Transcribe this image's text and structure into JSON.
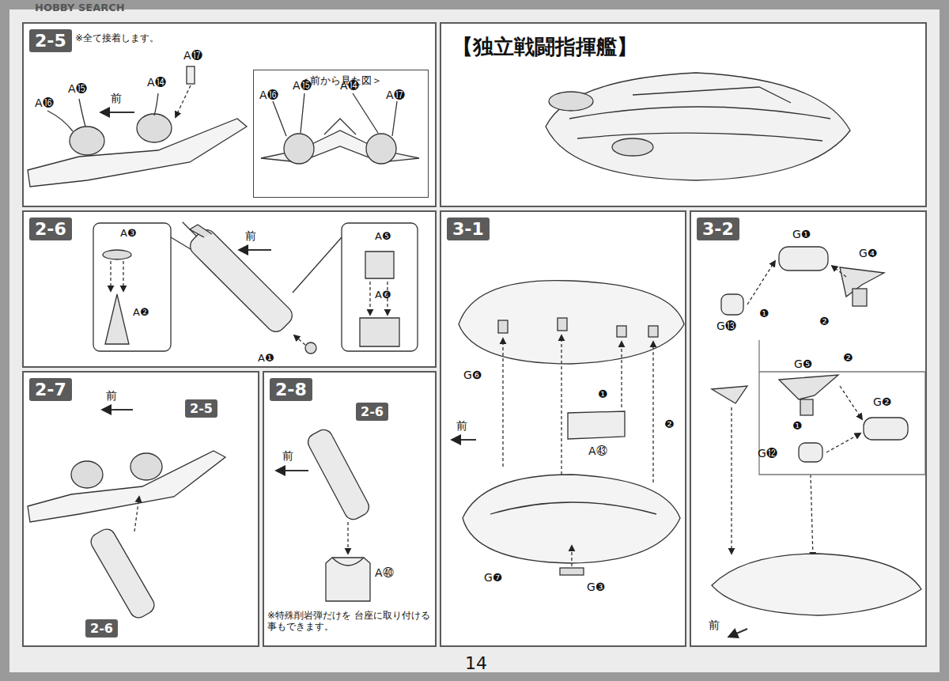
{
  "diagram": {
    "nodes": [
      {
        "text": [
          "2-5"
        ]
      },
      {
        "text": [
          "＜前から見た図＞"
        ],
        "in": 0
      },
      {
        "text": [
          "【独立戦闘指揮艦】"
        ]
      },
      {
        "text": [
          "2-6"
        ]
      },
      {
        "text": [
          "3-1"
        ]
      },
      {
        "text": [
          "3-2"
        ]
      },
      {
        "text": [
          "2-7"
        ]
      },
      {
        "text": [
          "2-5"
        ],
        "in": 6
      },
      {
        "text": [
          "2-6"
        ],
        "in": 6
      },
      {
        "text": [
          "2-8"
        ]
      },
      {
        "text": [
          "2-6"
        ],
        "in": 9
      }
    ],
    "labels": [
      "HOBBY SEARCH",
      "※全て接着します。",
      "A⓰",
      "A⓯",
      "前",
      "A⓮",
      "A⓱",
      "A⓰",
      "A⓯",
      "A⓮",
      "A⓱",
      "A❸",
      "前",
      "A❷",
      "A❺",
      "A❻",
      "A❶",
      "前",
      "前",
      "A㊵",
      "※特殊削岩弾だけを 台座に取り付ける事もできます。",
      "G❻",
      "前",
      "❶",
      "❷",
      "A㊸",
      "G❼",
      "G❸",
      "G❶",
      "G❹",
      "G⓭",
      "❶",
      "❷",
      "❷",
      "G❺",
      "G❷",
      "G⓬",
      "❶",
      "前",
      "14"
    ]
  }
}
